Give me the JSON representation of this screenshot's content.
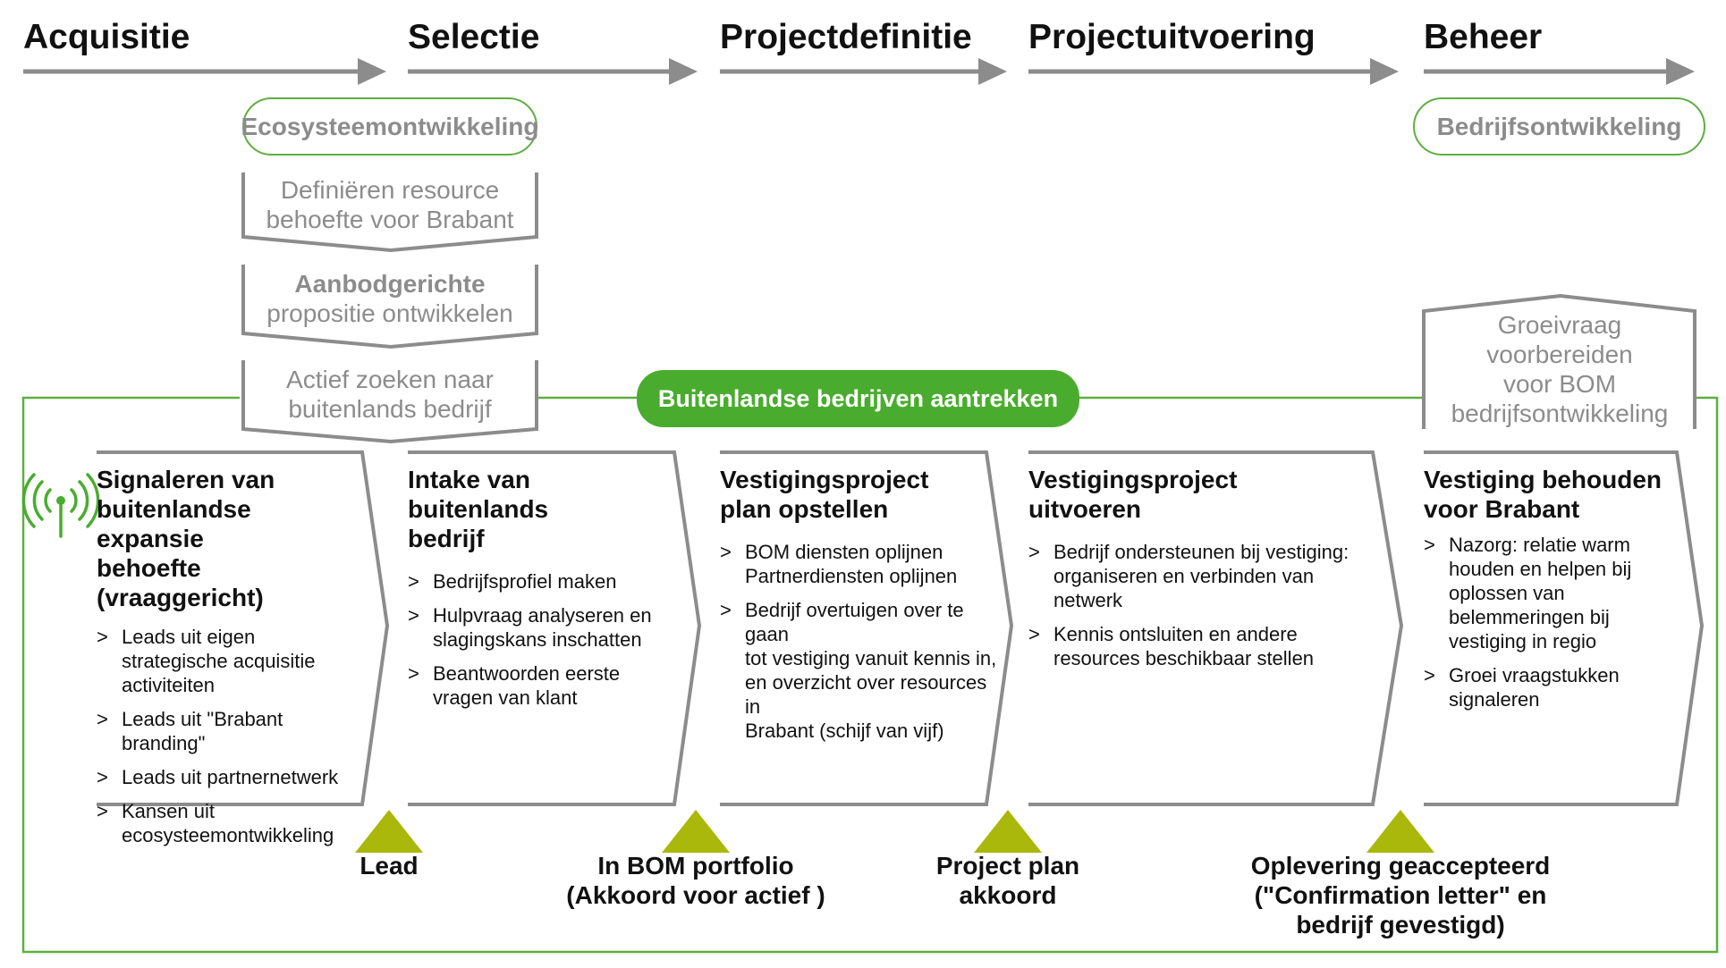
{
  "phases": [
    "Acquisitie",
    "Selectie",
    "Projectdefinitie",
    "Projectuitvoering",
    "Beheer"
  ],
  "pills": {
    "ecosystem": "Ecosysteemontwikkeling",
    "business": "Bedrijfsontwikkeling"
  },
  "ecosystem_steps": [
    {
      "lines": [
        "Definiëren resource",
        "behoefte voor Brabant"
      ]
    },
    {
      "bold": "Aanbodgerichte",
      "lines": [
        "propositie ontwikkelen"
      ]
    },
    {
      "lines": [
        "Actief zoeken naar",
        "buitenlands bedrijf"
      ]
    }
  ],
  "growth_box": {
    "lines": [
      "Groeivraag voorbereiden",
      "voor BOM",
      "bedrijfsontwikkeling"
    ]
  },
  "banner": "Buitenlandse bedrijven aantrekken",
  "process": [
    {
      "title": [
        "Signaleren van",
        "buitenlandse expansie",
        "behoefte (vraaggericht)"
      ],
      "items": [
        [
          "Leads uit eigen",
          "strategische acquisitie",
          "activiteiten"
        ],
        [
          "Leads uit \"Brabant",
          "branding\""
        ],
        [
          "Leads uit partnernetwerk"
        ],
        [
          "Kansen uit",
          "ecosysteemontwikkeling"
        ]
      ]
    },
    {
      "title": [
        "Intake van buitenlands",
        "bedrijf"
      ],
      "items": [
        [
          "Bedrijfsprofiel maken"
        ],
        [
          "Hulpvraag analyseren en",
          "slagingskans inschatten"
        ],
        [
          "Beantwoorden eerste",
          "vragen van klant"
        ]
      ]
    },
    {
      "title": [
        "Vestigingsproject",
        "plan opstellen"
      ],
      "items": [
        [
          "BOM diensten oplijnen",
          "Partnerdiensten oplijnen"
        ],
        [
          "Bedrijf overtuigen over te gaan",
          "tot vestiging vanuit kennis in,",
          "en overzicht over resources in",
          "Brabant (schijf van vijf)"
        ]
      ]
    },
    {
      "title": [
        "Vestigingsproject",
        "uitvoeren"
      ],
      "items": [
        [
          "Bedrijf ondersteunen bij vestiging:",
          "organiseren en verbinden van",
          "netwerk"
        ],
        [
          "Kennis ontsluiten en andere",
          "resources beschikbaar stellen"
        ]
      ]
    },
    {
      "title": [
        "Vestiging behouden",
        "voor Brabant"
      ],
      "items": [
        [
          "Nazorg: relatie warm",
          "houden en helpen bij",
          "oplossen van",
          "belemmeringen bij",
          "vestiging in regio"
        ],
        [
          "Groei vraagstukken",
          "signaleren"
        ]
      ]
    }
  ],
  "bullet_glyph": ">",
  "milestones": [
    [
      "Lead"
    ],
    [
      "In BOM portfolio",
      "(Akkoord voor actief )"
    ],
    [
      "Project plan",
      "akkoord"
    ],
    [
      "Oplevering geaccepteerd",
      "(\"Confirmation letter\" en",
      "bedrijf gevestigd)"
    ]
  ],
  "icons": {
    "signal": "antenna-signal-icon"
  },
  "colors": {
    "green": "#4aac2f",
    "green_outline": "#5fae3f",
    "milestone": "#a9b80a",
    "arrow_gray": "#8c8c8c",
    "chevron_gray": "#8c8c8c",
    "muted_text": "#8c8c8c",
    "text": "#111111"
  }
}
